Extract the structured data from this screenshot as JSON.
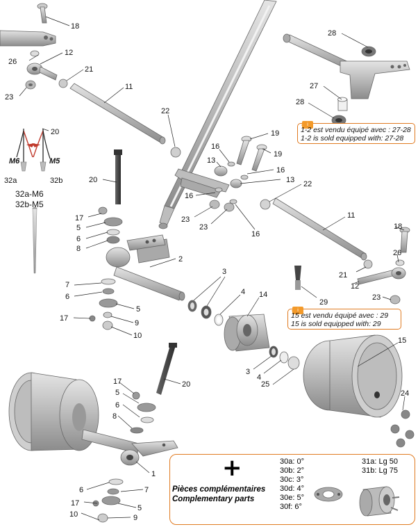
{
  "callouts": {
    "c18a": "18",
    "c26a": "26",
    "c12a": "12",
    "c21a": "21",
    "c23a": "23",
    "c11a": "11",
    "c28a": "28",
    "c27": "27",
    "c28b": "28",
    "c22a": "22",
    "c20a": "20",
    "c32a": "32a",
    "c32b": "32b",
    "c20b": "20",
    "c16a": "16",
    "c19a": "19",
    "c19b": "19",
    "c13a": "13",
    "c16b": "16",
    "c13b": "13",
    "c22b": "22",
    "c16c": "16",
    "c23b": "23",
    "c23c": "23",
    "c16d": "16",
    "c11b": "11",
    "c18b": "18",
    "c17a": "17",
    "c5a": "5",
    "c6a": "6",
    "c8a": "8",
    "c2": "2",
    "c26b": "26",
    "c21b": "21",
    "c12b": "12",
    "c3a": "3",
    "c7a": "7",
    "c6b": "6",
    "c5b": "5",
    "c4a": "4",
    "c14": "14",
    "c23d": "23",
    "c29": "29",
    "c17b": "17",
    "c9a": "9",
    "c10a": "10",
    "c15": "15",
    "c3b": "3",
    "c4b": "4",
    "c25": "25",
    "c20c": "20",
    "c17c": "17",
    "c5c": "5",
    "c6c": "6",
    "c8b": "8",
    "c24": "24",
    "c1": "1",
    "c6d": "6",
    "c7b": "7",
    "c17d": "17",
    "c5d": "5",
    "c10b": "10",
    "c9b": "9"
  },
  "bolt_labels": {
    "m6": "M6",
    "m5": "M5"
  },
  "bolt_caption": {
    "line1": "32a-M6",
    "line2": "32b-M5"
  },
  "notes": {
    "n1": {
      "fr": "1-2 est vendu équipé avec : 27-28",
      "en": "1-2 is sold equipped with: 27-28"
    },
    "n2": {
      "fr": "15 est vendu équipé avec : 29",
      "en": "15 is sold equipped with: 29"
    }
  },
  "complementary": {
    "title_fr": "Pièces complémentaires",
    "title_en": "Complementary parts",
    "camber": [
      "30a: 0°",
      "30b: 2°",
      "30c: 3°",
      "30d: 4°",
      "30e: 5°",
      "30f: 6°"
    ],
    "lengths": [
      "31a: Lg 50",
      "31b: Lg 75"
    ]
  },
  "colors": {
    "accent": "#e07a20",
    "icon": "#f39a2a",
    "metal": "#b8b8b8",
    "dark": "#555555"
  }
}
